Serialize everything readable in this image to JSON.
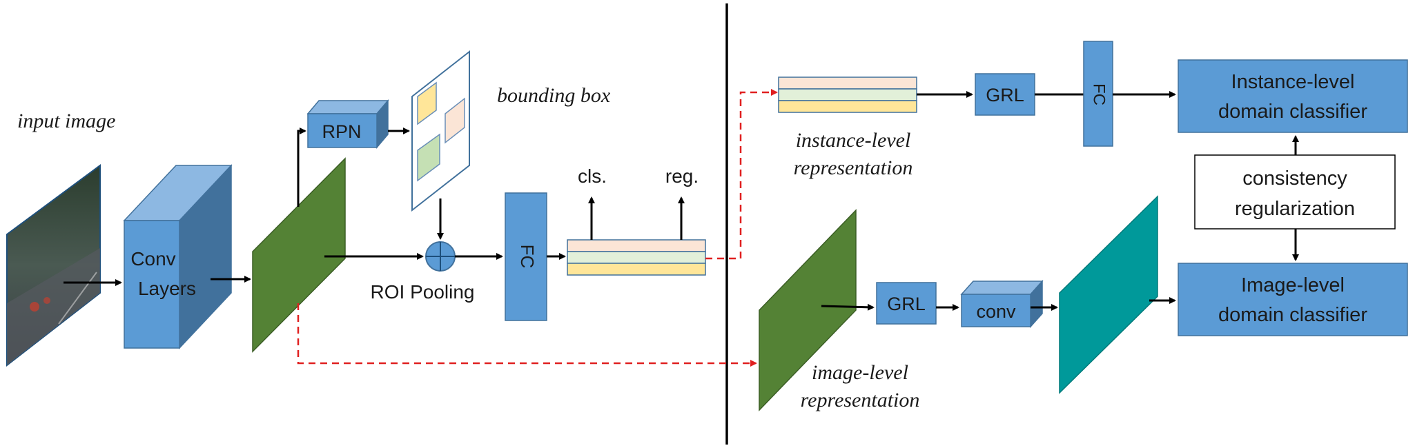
{
  "labels": {
    "input_image": "input image",
    "conv_layers_line1": "Conv",
    "conv_layers_line2": "Layers",
    "rpn": "RPN",
    "bounding_box": "bounding box",
    "roi_pooling": "ROI Pooling",
    "fc_main": "FC",
    "cls": "cls.",
    "reg": "reg.",
    "instance_repr_line1": "instance-level",
    "instance_repr_line2": "representation",
    "grl_top": "GRL",
    "fc_top": "FC",
    "instance_classifier_line1": "Instance-level",
    "instance_classifier_line2": "domain classifier",
    "consistency_line1": "consistency",
    "consistency_line2": "regularization",
    "image_repr_line1": "image-level",
    "image_repr_line2": "representation",
    "grl_bottom": "GRL",
    "conv_small": "conv",
    "image_classifier_line1": "Image-level",
    "image_classifier_line2": "domain classifier"
  },
  "colors": {
    "block_blue": "#5b9bd5",
    "block_blue_dark": "#41719c",
    "feature_green": "#548235",
    "feature_teal": "#00999a",
    "stripe_peach": "#fbe5d6",
    "stripe_green": "#e2f0d9",
    "stripe_yellow": "#ffe699",
    "dashed_red": "#e02020"
  }
}
